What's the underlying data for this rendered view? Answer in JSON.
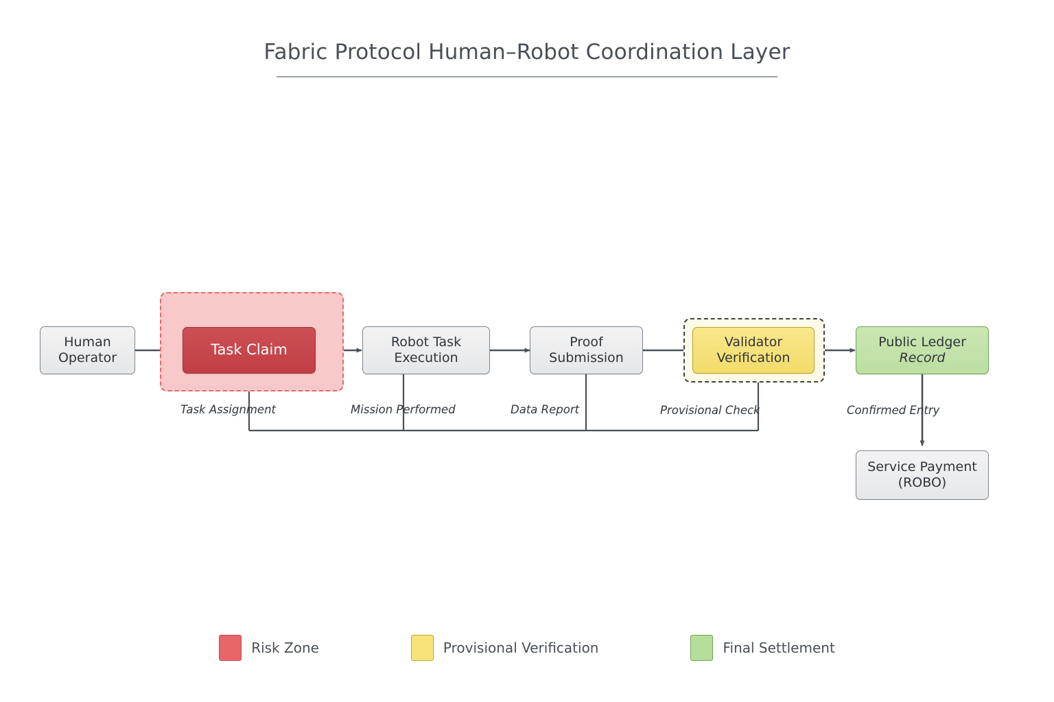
{
  "header": {
    "title": "Fabric Protocol Human–Robot Coordination Layer"
  },
  "diagram": {
    "type": "flowchart",
    "nodes": [
      {
        "id": "human-operator",
        "line1": "Human",
        "line2": "Operator",
        "style": "grey"
      },
      {
        "id": "task-claim",
        "line1": "Task Claim",
        "line2": "",
        "style": "red"
      },
      {
        "id": "robot-task",
        "line1": "Robot Task",
        "line2": "Execution",
        "style": "grey"
      },
      {
        "id": "proof-submission",
        "line1": "Proof",
        "line2": "Submission",
        "style": "grey"
      },
      {
        "id": "validator",
        "line1": "Validator",
        "line2": "Verification",
        "style": "yellow"
      },
      {
        "id": "public-ledger",
        "line1": "Public Ledger",
        "line2": "Record",
        "style": "green",
        "line2_italic": true
      },
      {
        "id": "service-payment",
        "line1": "Service Payment",
        "line2": "(ROBO)",
        "style": "grey"
      }
    ],
    "edge_labels": [
      {
        "id": "task-assignment",
        "text": "Task Assignment"
      },
      {
        "id": "mission-performed",
        "text": "Mission Performed"
      },
      {
        "id": "data-report",
        "text": "Data Report"
      },
      {
        "id": "provisional-check",
        "text": "Provisional Check"
      },
      {
        "id": "confirmed-entry",
        "text": "Confirmed Entry"
      }
    ]
  },
  "legend": {
    "items": [
      {
        "label": "Risk Zone",
        "color": "#e8656a",
        "border": "#c44a50"
      },
      {
        "label": "Provisional Verification",
        "color": "#f7e27a",
        "border": "#c2a82f"
      },
      {
        "label": "Final Settlement",
        "color": "#b6dd9b",
        "border": "#6fa45a"
      }
    ]
  },
  "colors": {
    "risk_zone_fill": "#f9c9c9",
    "risk_zone_border": "#e06a6a",
    "task_claim_fill": "#c9464b",
    "validator_fill": "#f7e27a",
    "ledger_fill": "#c3e0a8",
    "connector": "#4a5057",
    "title": "#4a4f57"
  }
}
